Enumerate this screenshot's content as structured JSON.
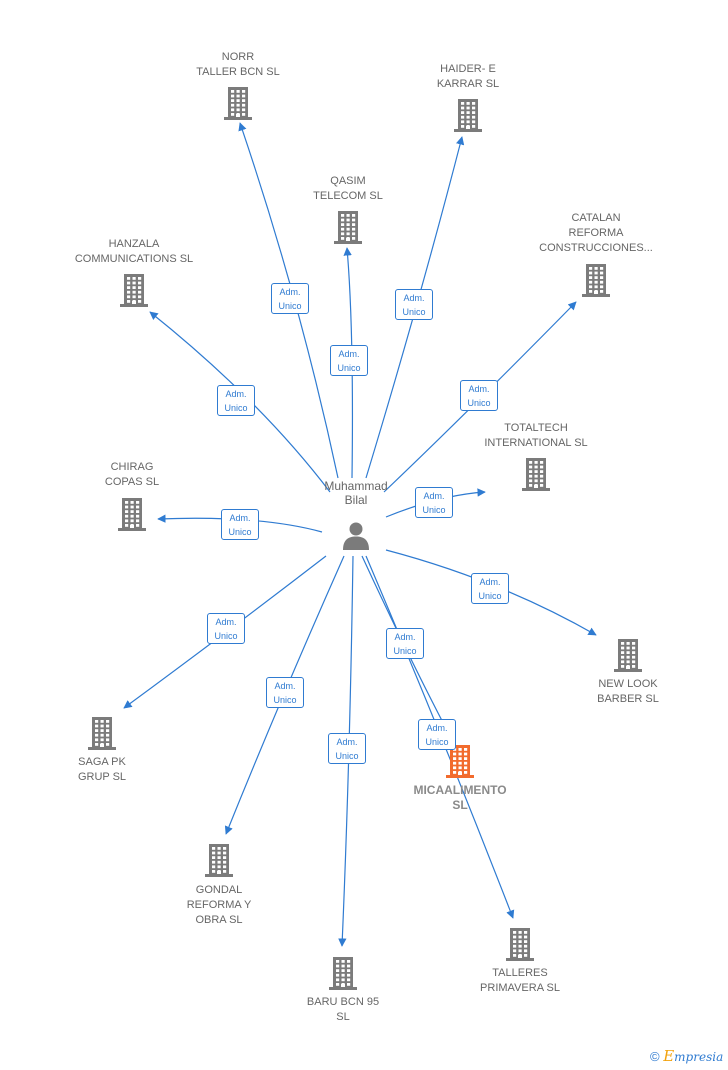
{
  "center": {
    "name": "Muhammad Bilal",
    "lines": [
      "Muhammad",
      "Bilal"
    ],
    "icon": "person-icon"
  },
  "colors": {
    "edge": "#2f7bd1",
    "building": "#7b7b7b",
    "highlight": "#f26b2d",
    "text": "#666666"
  },
  "nodes": [
    {
      "id": "norr",
      "lines": [
        "NORR",
        "TALLER BCN  SL"
      ],
      "role": [
        "Adm.",
        "Unico"
      ],
      "highlight": false
    },
    {
      "id": "haider",
      "lines": [
        "HAIDER- E",
        "KARRAR  SL"
      ],
      "role": [
        "Adm.",
        "Unico"
      ],
      "highlight": false
    },
    {
      "id": "qasim",
      "lines": [
        "QASIM",
        "TELECOM SL"
      ],
      "role": [
        "Adm.",
        "Unico"
      ],
      "highlight": false
    },
    {
      "id": "hanzala",
      "lines": [
        "HANZALA",
        "COMMUNICATIONS SL"
      ],
      "role": [
        "Adm.",
        "Unico"
      ],
      "highlight": false
    },
    {
      "id": "catalan",
      "lines": [
        "CATALAN",
        "REFORMA",
        "CONSTRUCCIONES..."
      ],
      "role": [
        "Adm.",
        "Unico"
      ],
      "highlight": false
    },
    {
      "id": "totaltech",
      "lines": [
        "TOTALTECH",
        "INTERNATIONAL SL"
      ],
      "role": [
        "Adm.",
        "Unico"
      ],
      "highlight": false
    },
    {
      "id": "chirag",
      "lines": [
        "CHIRAG",
        "COPAS  SL"
      ],
      "role": [
        "Adm.",
        "Unico"
      ],
      "highlight": false
    },
    {
      "id": "newlook",
      "lines": [
        "NEW LOOK",
        "BARBER  SL"
      ],
      "role": [
        "Adm.",
        "Unico"
      ],
      "highlight": false
    },
    {
      "id": "saga",
      "lines": [
        "SAGA PK",
        "GRUP  SL"
      ],
      "role": [
        "Adm.",
        "Unico"
      ],
      "highlight": false
    },
    {
      "id": "micaalimento",
      "lines": [
        "MICAALIMENTO",
        "SL"
      ],
      "role": [
        "Adm.",
        "Unico"
      ],
      "highlight": true
    },
    {
      "id": "gondal",
      "lines": [
        "GONDAL",
        "REFORMA Y",
        "OBRA  SL"
      ],
      "role": [
        "Adm.",
        "Unico"
      ],
      "highlight": false
    },
    {
      "id": "baru",
      "lines": [
        "BARU BCN 95",
        "SL"
      ],
      "role": [
        "Adm.",
        "Unico"
      ],
      "highlight": false
    },
    {
      "id": "talleres",
      "lines": [
        "TALLERES",
        "PRIMAVERA SL"
      ],
      "role": [
        "Adm.",
        "Unico"
      ],
      "highlight": false
    }
  ],
  "footer": {
    "symbol": "©",
    "brand_first": "E",
    "brand_rest": "mpresia"
  }
}
